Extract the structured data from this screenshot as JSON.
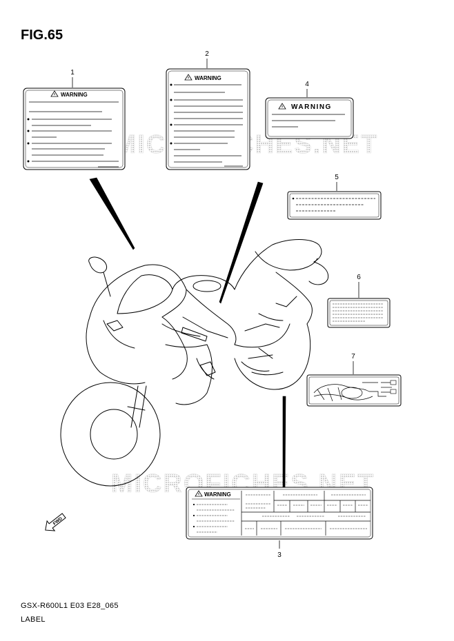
{
  "figure": {
    "title": "FIG.65",
    "code": "GSX-R600L1 E03 E28_065",
    "name": "LABEL"
  },
  "watermark": "MICROFICHES.NET",
  "warning_text": "WARNING",
  "fwd_text": "FWD",
  "callouts": [
    "1",
    "2",
    "3",
    "4",
    "5",
    "6",
    "7"
  ],
  "colors": {
    "line": "#000000",
    "watermark": "#d6d6d6"
  },
  "icons": [
    "warning-triangle-icon",
    "fwd-arrow-icon"
  ]
}
